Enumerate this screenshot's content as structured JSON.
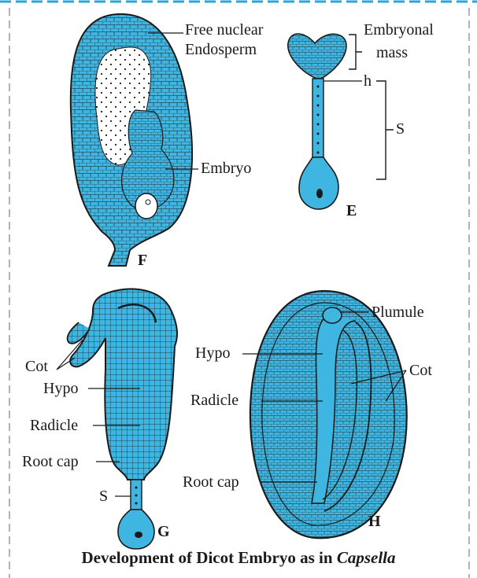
{
  "colors": {
    "tissue": "#3fb6e2",
    "line": "#1a1a1a",
    "frame_top": "#2aa6d9",
    "frame_dash": "#9a9a9a"
  },
  "labels": {
    "f_free_nuclear": "Free nuclear",
    "f_endosperm": "Endosperm",
    "f_embryo": "Embryo",
    "f_letter": "F",
    "e_embryonal": "Embryonal",
    "e_mass": "mass",
    "e_h": "h",
    "e_s": "S",
    "e_letter": "E",
    "g_cot": "Cot",
    "g_hypo": "Hypo",
    "g_radicle": "Radicle",
    "g_rootcap": "Root cap",
    "g_s": "S",
    "g_letter": "G",
    "h_plumule": "Plumule",
    "h_hypo": "Hypo",
    "h_cot": "Cot",
    "h_radicle": "Radicle",
    "h_rootcap": "Root cap",
    "h_letter": "H"
  },
  "caption": {
    "main": "Development of Dicot Embryo as in ",
    "italic": "Capsella"
  }
}
